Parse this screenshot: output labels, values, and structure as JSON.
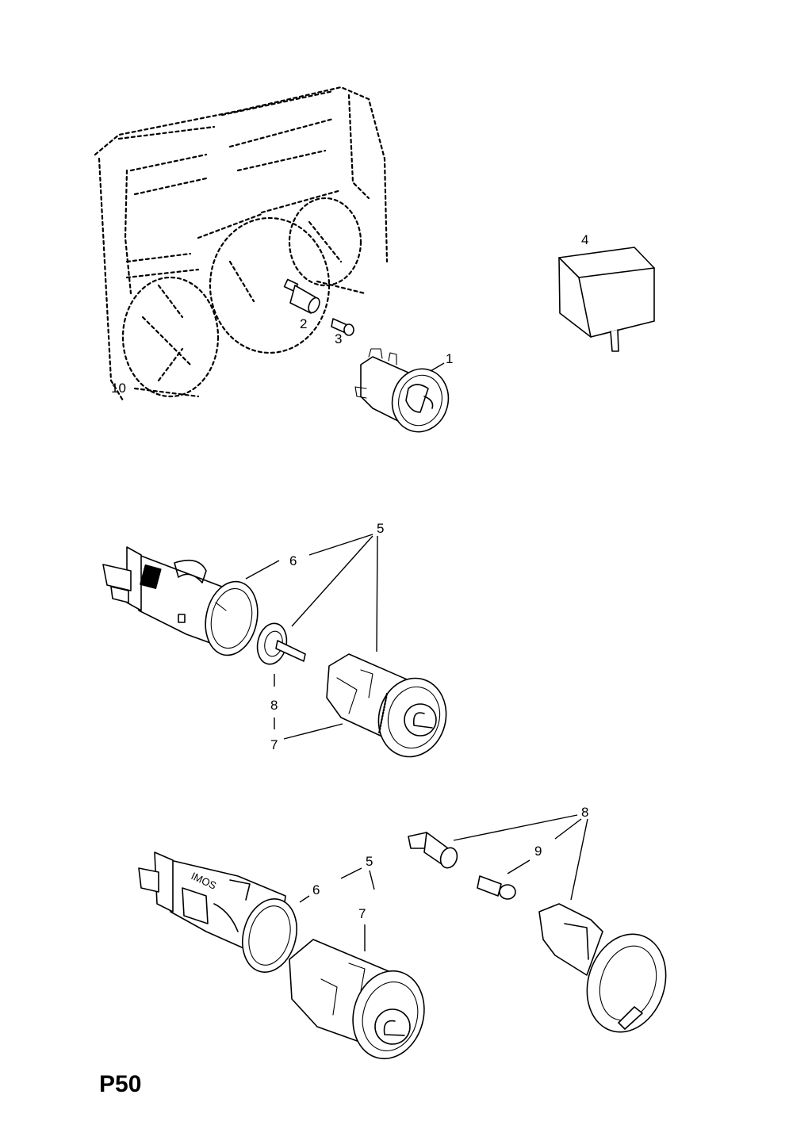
{
  "page": {
    "id": "P50"
  },
  "callouts": {
    "c1": "1",
    "c2": "2",
    "c3": "3",
    "c4": "4",
    "c5_mid": "5",
    "c6_mid": "6",
    "c7_mid": "7",
    "c8_mid": "8",
    "c5_low": "5",
    "c6_low": "6",
    "c7_low": "7",
    "c8_low": "8",
    "c9_low": "9"
  },
  "dashboard_mark": "10"
}
